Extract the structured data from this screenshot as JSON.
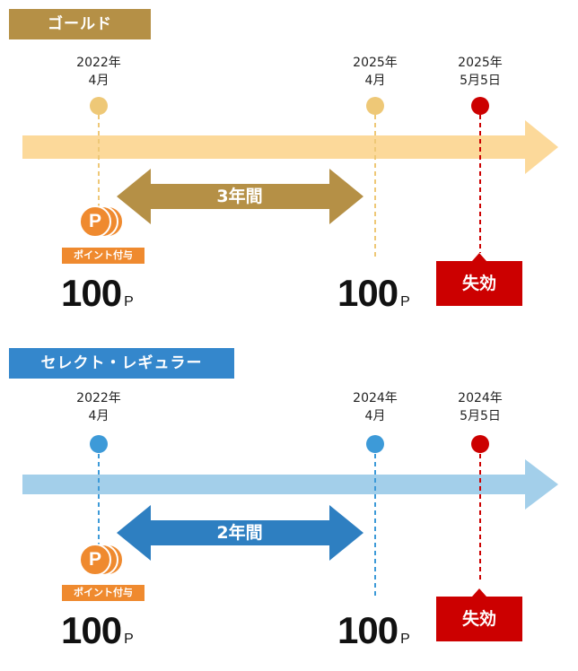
{
  "tiers": [
    {
      "name": "ゴールド",
      "colors": {
        "header": "#b59046",
        "arrow": "#fcd99a",
        "dot": "#eec877",
        "span_arrow": "#b59046"
      },
      "grant_date": {
        "year": "2022年",
        "month": "4月"
      },
      "end_date": {
        "year": "2025年",
        "month": "4月"
      },
      "expiry_date": {
        "year": "2025年",
        "month": "5月5日"
      },
      "period": "3年間",
      "badge": "ポイント付与",
      "coin_icon": "P",
      "points_granted": "100",
      "points_remaining": "100",
      "unit": "P",
      "expire_label": "失効"
    },
    {
      "name": "セレクト・レギュラー",
      "colors": {
        "header": "#3487cc",
        "arrow": "#a3cfea",
        "dot": "#3d9ad8",
        "span_arrow": "#2e7fc1"
      },
      "grant_date": {
        "year": "2022年",
        "month": "4月"
      },
      "end_date": {
        "year": "2024年",
        "month": "4月"
      },
      "expiry_date": {
        "year": "2024年",
        "month": "5月5日"
      },
      "period": "2年間",
      "badge": "ポイント付与",
      "coin_icon": "P",
      "points_granted": "100",
      "points_remaining": "100",
      "unit": "P",
      "expire_label": "失効"
    }
  ],
  "expiry_color": "#cc0000",
  "coin_color": "#ef8a2f"
}
